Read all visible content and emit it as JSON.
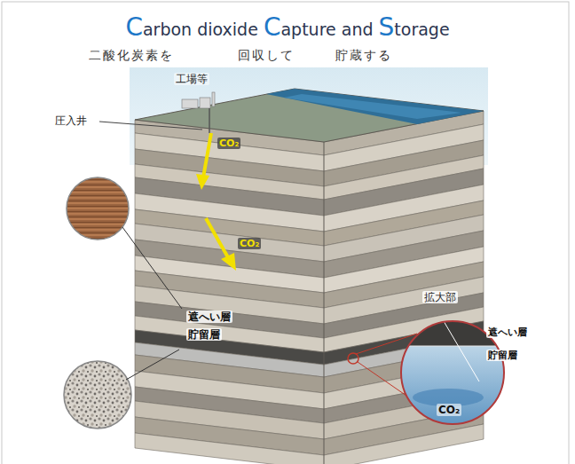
{
  "diagram": {
    "title": "Carbon dioxide Capture and Storage",
    "labels": [
      "二酸化炭素を",
      "回収して",
      "貯蔵する",
      "工場等",
      "圧入井",
      "CO₂",
      "CO₂",
      "遮へい層",
      "貯留層",
      "拡大部",
      "遮へい層",
      "貯留層",
      "CO₂"
    ]
  }
}
